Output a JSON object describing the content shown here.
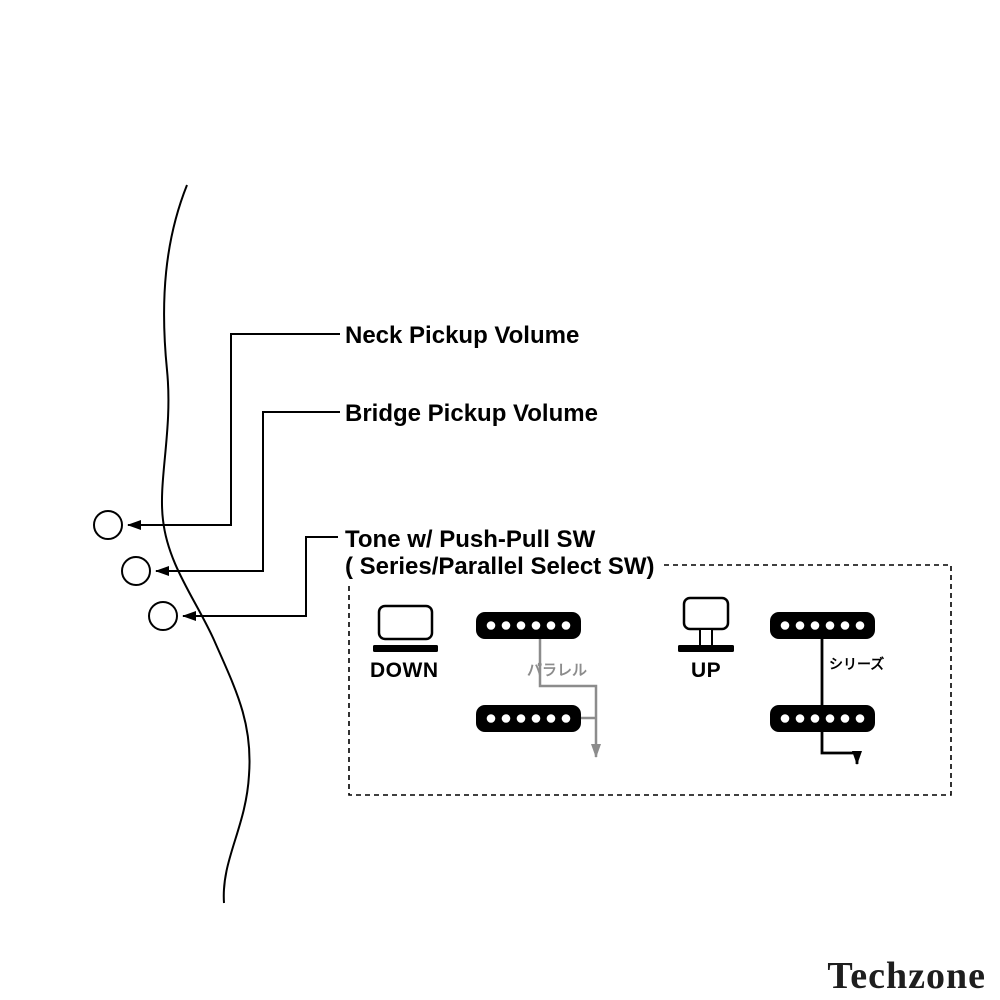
{
  "diagram": {
    "title_labels": {
      "neck": "Neck Pickup Volume",
      "bridge": "Bridge Pickup Volume",
      "tone_line1": "Tone w/ Push-Pull SW",
      "tone_line2": "( Series/Parallel Select SW)"
    },
    "switch_states": {
      "down": "DOWN",
      "up": "UP"
    },
    "wiring_labels": {
      "parallel": "パラレル",
      "series": "シリーズ"
    },
    "colors": {
      "outline": "#000000",
      "parallel_wire": "#8c8c8c",
      "pickup_fill": "#000000",
      "background": "#ffffff"
    }
  },
  "watermark": "Techzone"
}
